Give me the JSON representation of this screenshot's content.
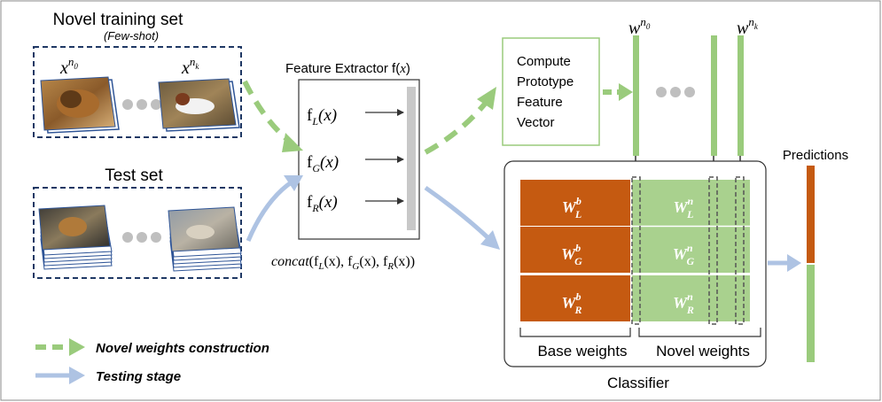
{
  "novel_set": {
    "title": "Novel training set",
    "subtitle": "(Few-shot)",
    "first_sample_label": "x",
    "first_sample_superscript": "n",
    "first_sample_subscript": "0",
    "last_sample_label": "x",
    "last_sample_superscript": "n",
    "last_sample_subscript": "k"
  },
  "test_set": {
    "title": "Test set"
  },
  "extractor": {
    "title": "Feature Extractor f(",
    "title_var": "x",
    "title_close": ")",
    "features": [
      {
        "f": "f",
        "sub": "L",
        "arg": "(x)"
      },
      {
        "f": "f",
        "sub": "G",
        "arg": "(x)"
      },
      {
        "f": "f",
        "sub": "R",
        "arg": "(x)"
      }
    ],
    "concat_label": "concat",
    "concat_args": "(f",
    "concat_l": "L",
    "concat_mid1": "(x), f",
    "concat_g": "G",
    "concat_mid2": "(x), f",
    "concat_r": "R",
    "concat_end": "(x))"
  },
  "prototype_box": {
    "lines": [
      "Compute",
      "Prototype",
      "Feature",
      "Vector"
    ]
  },
  "weight_vectors": {
    "first": {
      "w": "w",
      "sup_n": "n",
      "sup_sub": "0"
    },
    "last": {
      "w": "w",
      "sup_n": "n",
      "sup_sub": "k"
    }
  },
  "classifier": {
    "title": "Classifier",
    "base_label": "Base weights",
    "novel_label": "Novel weights",
    "base_cells": [
      {
        "w": "W",
        "sup": "b",
        "sub": "L"
      },
      {
        "w": "W",
        "sup": "b",
        "sub": "G"
      },
      {
        "w": "W",
        "sup": "b",
        "sub": "R"
      }
    ],
    "novel_cells": [
      {
        "w": "W",
        "sup": "n",
        "sub": "L"
      },
      {
        "w": "W",
        "sup": "n",
        "sub": "G"
      },
      {
        "w": "W",
        "sup": "n",
        "sub": "R"
      }
    ]
  },
  "predictions": {
    "title": "Predictions"
  },
  "legend": {
    "novel_construction": "Novel weights construction",
    "testing": "Testing stage"
  },
  "colors": {
    "base": "#c55a11",
    "novel": "#a9d18e",
    "novel_bar": "#9acb7c",
    "blue_arrow": "#aec3e3",
    "green_arrow": "#9acb7c",
    "dashed_box": "#1f3864",
    "gray_bar": "#c8c8c8"
  }
}
